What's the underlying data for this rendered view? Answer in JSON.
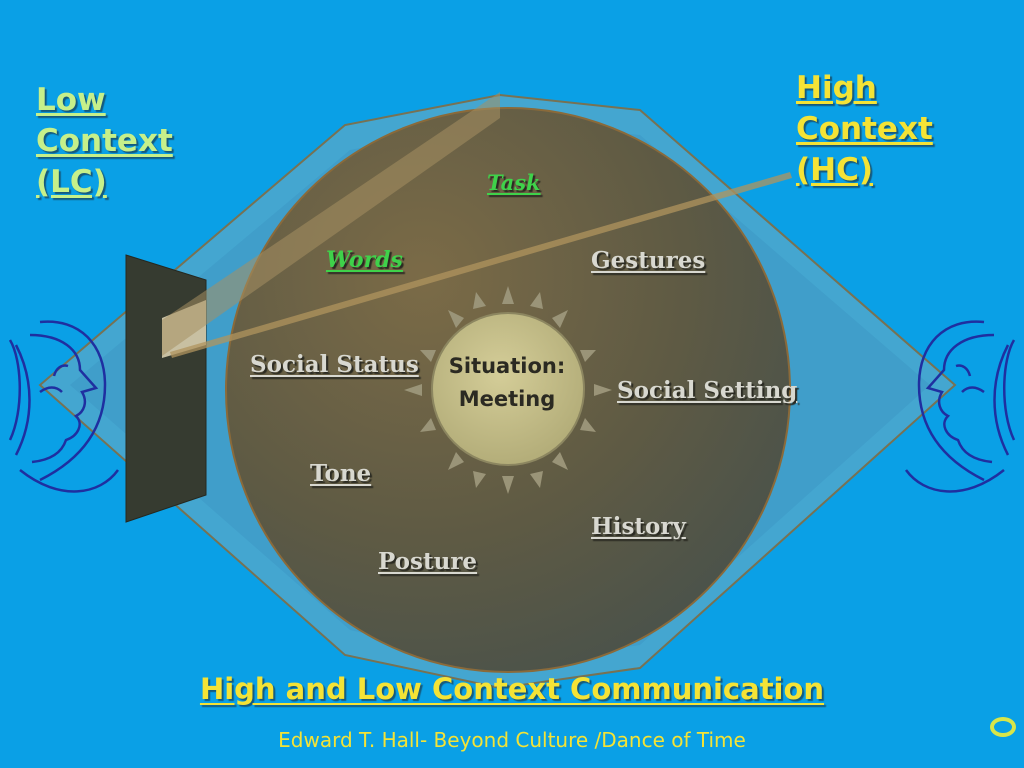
{
  "labels": {
    "low_context": [
      "Low",
      "Context",
      "(LC)"
    ],
    "high_context": [
      "High",
      "Context",
      "(HC)"
    ]
  },
  "context_words": {
    "task": "Task",
    "words": "Words",
    "gestures": "Gestures",
    "social_status": "Social Status",
    "social_setting": "Social Setting",
    "tone": "Tone",
    "history": "History",
    "posture": "Posture"
  },
  "center": [
    "Situation:",
    "Meeting"
  ],
  "footer": {
    "title": "High and Low Context Communication",
    "subtitle": "Edward T. Hall- Beyond Culture /Dance of Time"
  },
  "colors": {
    "background": "#0aa0e6",
    "low_context_label": "#c6f08a",
    "high_context_label": "#f4e336",
    "disc": "#5e5a44",
    "sun": "#c2bc88",
    "face_outline": "#1f2fa0",
    "green_words": "#3fd24a"
  },
  "icons": {
    "left_face": "face-profile-icon",
    "right_face": "face-profile-icon",
    "nav": "ring-icon"
  }
}
